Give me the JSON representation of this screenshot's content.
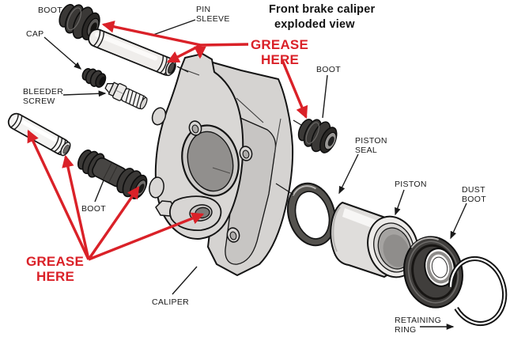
{
  "diagram": {
    "title_line1": "Front brake caliper",
    "title_line2": "exploded view",
    "grease_note": {
      "line1": "GREASE",
      "line2": "HERE"
    },
    "labels": {
      "boot_top": "BOOT",
      "pin_sleeve_1": "PIN",
      "pin_sleeve_2": "SLEEVE",
      "cap": "CAP",
      "bleeder_1": "BLEEDER",
      "bleeder_2": "SCREW",
      "boot_middle": "BOOT",
      "caliper": "CALIPER",
      "boot_right": "BOOT",
      "piston_seal_1": "PISTON",
      "piston_seal_2": "SEAL",
      "piston": "PISTON",
      "dust_boot_1": "DUST",
      "dust_boot_2": "BOOT",
      "retaining_ring_1": "RETAINING",
      "retaining_ring_2": "RING"
    },
    "colors": {
      "annotation_red": "#da2128",
      "outline_black": "#1a1a1a",
      "caliper_gray": "#d6d4d2",
      "bore_gray": "#918f8d",
      "rubber_black": "#3a3836",
      "metal_white": "#f2f1f0",
      "background": "#ffffff"
    }
  }
}
